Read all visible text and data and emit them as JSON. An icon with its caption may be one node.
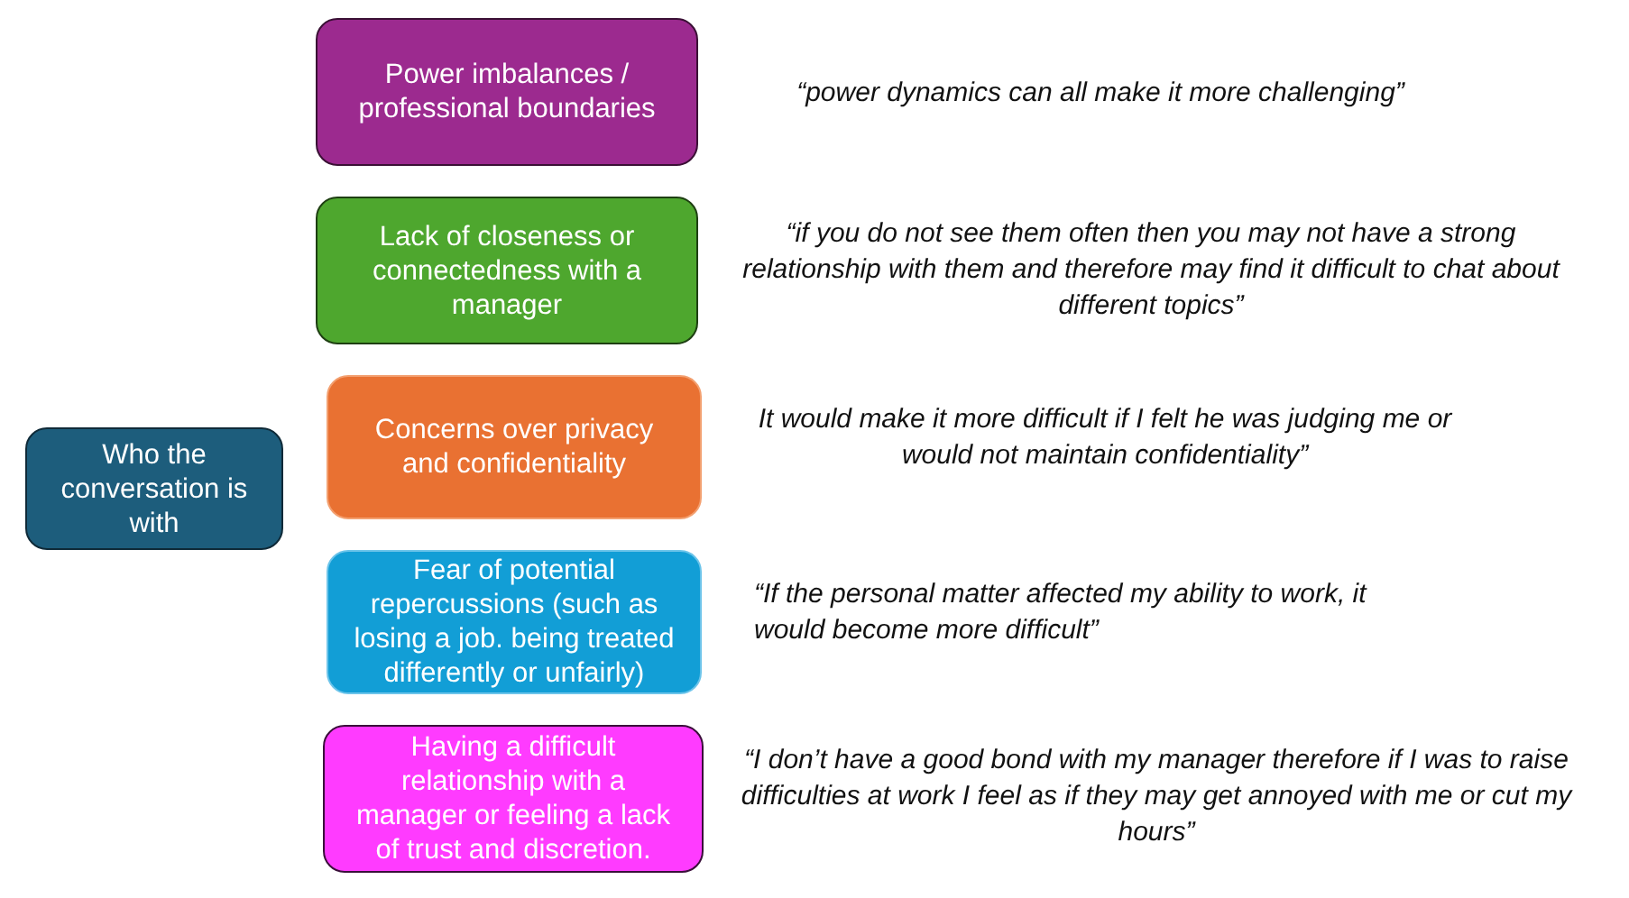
{
  "diagram": {
    "nodes": [
      {
        "text": [
          "Who the conversation is with"
        ]
      },
      {
        "text": [
          "Power imbalances / professional boundaries"
        ],
        "beside": [
          "“power dynamics can all make it more challenging”"
        ]
      },
      {
        "text": [
          "Lack of closeness or connectedness with a manager"
        ],
        "beside": [
          "“if you do not see them often then you may not have a strong relationship with them and therefore may find it difficult to chat about different topics”"
        ]
      },
      {
        "text": [
          "Concerns over privacy and confidentiality"
        ],
        "beside": [
          "It would make it more difficult if I felt he was judging me or would not maintain confidentiality”"
        ]
      },
      {
        "text": [
          "Fear of potential repercussions (such as losing a job. being treated differently or unfairly)"
        ],
        "beside": [
          "“If the personal matter affected my ability to work, it would become more difficult”"
        ]
      },
      {
        "text": [
          "Having a difficult relationship with a manager or feeling a lack of trust and discretion."
        ],
        "beside": [
          "“I don’t have a good bond with my manager therefore if I was to raise difficulties at work I feel as if they may get annoyed with me or cut my hours”"
        ]
      }
    ]
  }
}
